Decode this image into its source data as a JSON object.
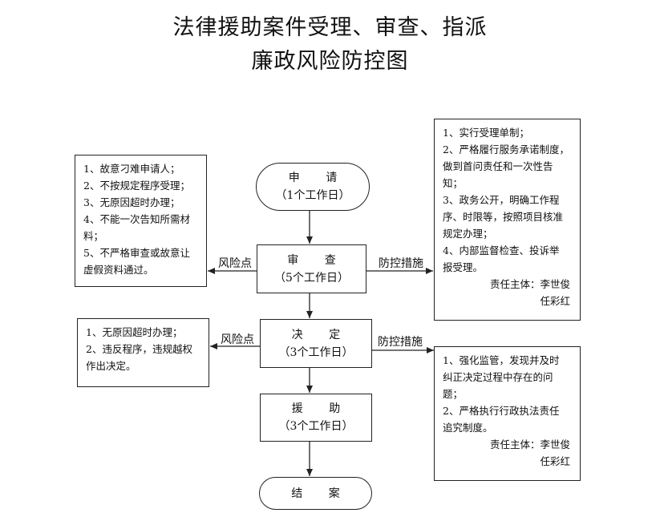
{
  "title": {
    "line1": "法律援助案件受理、审查、指派",
    "line2": "廉政风险防控图"
  },
  "flow": {
    "apply": {
      "name": "申  请",
      "days": "（1个工作日）"
    },
    "review": {
      "name": "审  查",
      "days": "（5个工作日）"
    },
    "decide": {
      "name": "决  定",
      "days": "（3个工作日）"
    },
    "aid": {
      "name": "援  助",
      "days": "（3个工作日）"
    },
    "close": {
      "name": "结  案"
    }
  },
  "labels": {
    "risk_point": "风险点",
    "control_measures": "防控措施"
  },
  "risks_review": [
    "1、故意刁难申请人；",
    "2、不按规定程序受理；",
    "3、无原因超时办理；",
    "4、不能一次告知所需材",
    "料；",
    "5、不严格审查或故意让",
    "虚假资料通过。"
  ],
  "risks_decide": [
    "1、无原因超时办理；",
    "2、违反程序，违规越权",
    "作出决定。"
  ],
  "measures_review": {
    "lines": [
      "1、实行受理单制；",
      "2、严格履行服务承诺制度，",
      "做到首问责任和一次性告",
      "知；",
      "3、政务公开，明确工作程",
      "序、时限等，按照项目核准",
      "规定办理；",
      "4、内部监督检查、投诉举",
      "报受理。"
    ],
    "resp1": "责任主体：李世俊",
    "resp2": "任彩红"
  },
  "measures_decide": {
    "lines": [
      "1、强化监管，发现并及时",
      "纠正决定过程中存在的问",
      "题；",
      "2、严格执行行政执法责任",
      "追究制度。"
    ],
    "resp1": "责任主体：李世俊",
    "resp2": "任彩红"
  }
}
